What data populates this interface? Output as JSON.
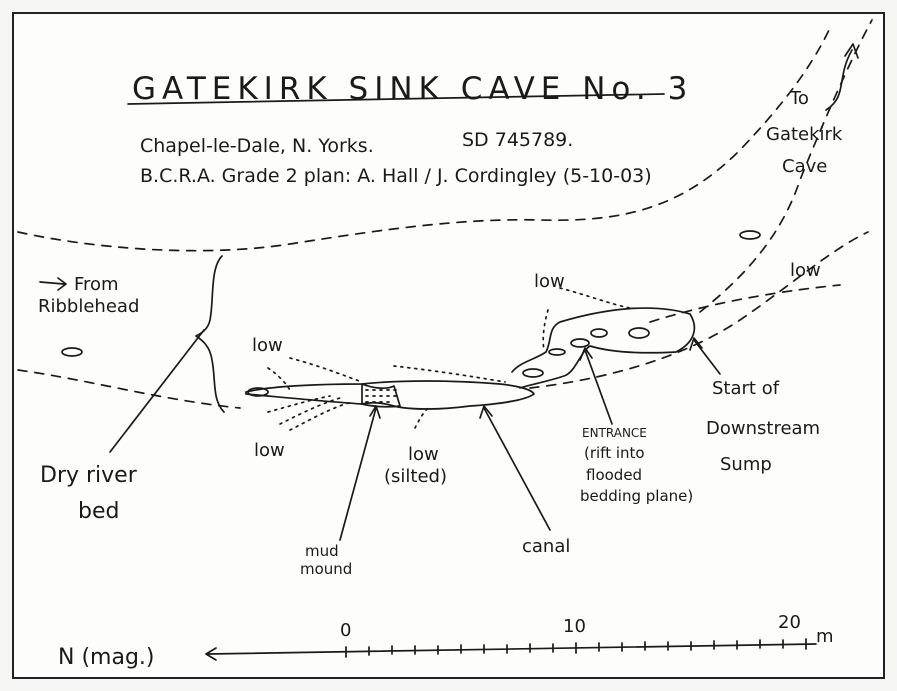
{
  "title": "GATEKIRK SINK CAVE No. 3",
  "location": "Chapel-le-Dale, N. Yorks.",
  "grid_ref": "SD 745789.",
  "survey": "B.C.R.A. Grade 2 plan: A. Hall / J. Cordingley (5-10-03)",
  "to_label": [
    "To",
    "Gatekirk",
    "Cave"
  ],
  "from_label": [
    "From",
    "Ribblehead"
  ],
  "labels": {
    "low": "low",
    "silted": "(silted)",
    "dry_river_bed": [
      "Dry river",
      "bed"
    ],
    "mud_mound": [
      "mud",
      "mound"
    ],
    "canal": "canal",
    "entrance": [
      "ENTRANCE",
      "(rift into",
      "flooded",
      "bedding plane)"
    ],
    "downstream_sump": [
      "Start of",
      "Downstream",
      "Sump"
    ]
  },
  "scale": {
    "ticks": [
      "0",
      "10",
      "20"
    ],
    "unit": "m"
  },
  "north": "N (mag.)"
}
